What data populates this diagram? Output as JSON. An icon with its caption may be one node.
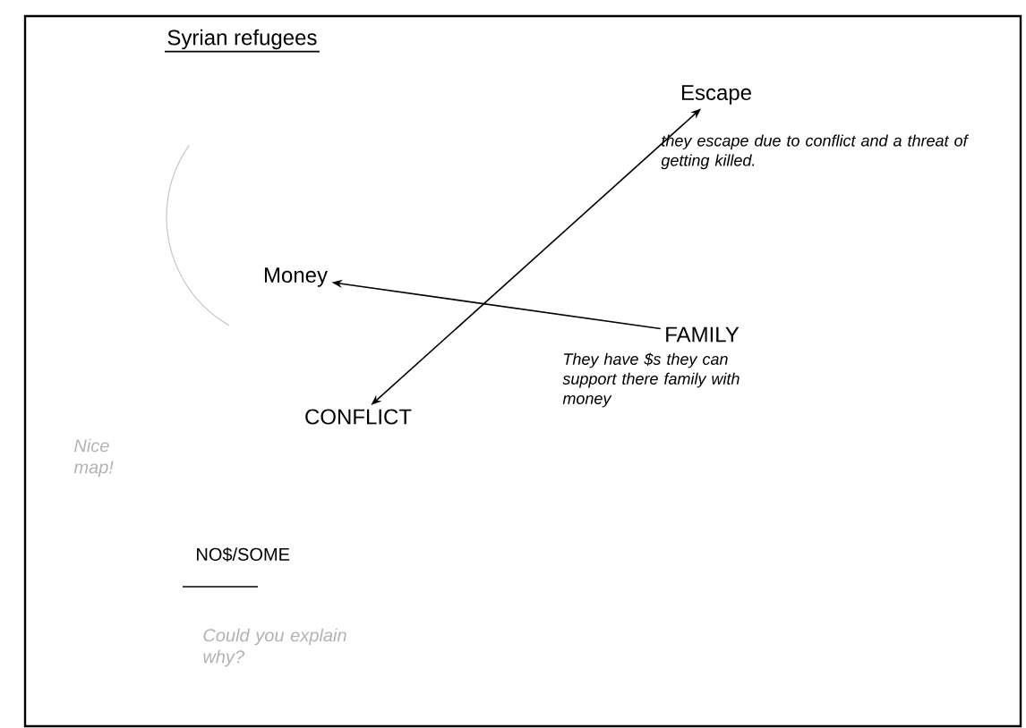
{
  "diagram": {
    "title": "Syrian refugees",
    "nodes": [
      {
        "text": [
          "Escape"
        ],
        "beside": [
          "they escape due to conflict and a threat of getting killed."
        ]
      },
      {
        "text": [
          "Money"
        ]
      },
      {
        "text": [
          "FAMILY"
        ],
        "beside": [
          "They have $s they can support there family with money"
        ]
      },
      {
        "text": [
          "CONFLICT"
        ]
      }
    ],
    "edges": [
      {
        "from": 3,
        "to": 0,
        "arrow": "both"
      },
      {
        "from": 2,
        "to": 1,
        "arrow": "to"
      }
    ],
    "labels": [
      "Nice map!",
      "NO$/SOME",
      "Could you explain why?"
    ]
  }
}
